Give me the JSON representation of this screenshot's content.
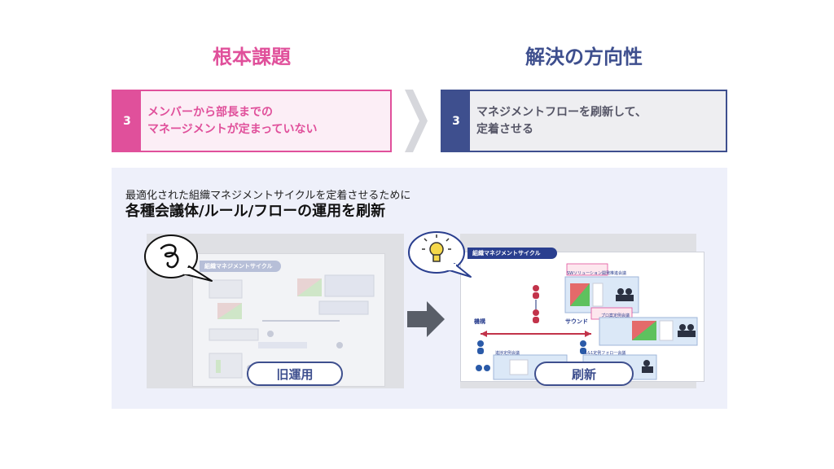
{
  "problem": {
    "heading": "根本課題",
    "number": "3",
    "line1": "メンバーから部長までの",
    "line2": "マネージメントが定まっていない"
  },
  "solution": {
    "heading": "解決の方向性",
    "number": "3",
    "line1": "マネジメントフローを刷新して、",
    "line2": "定着させる"
  },
  "panel": {
    "intro": "最適化された組織マネジメントサイクルを定着させるために",
    "headline": "各種会議体/ルール/フローの運用を刷新"
  },
  "old": {
    "doc_title": "組織マネジメントサイクル",
    "label": "旧運用",
    "icons": {
      "bubble": "confused-scribble-icon"
    }
  },
  "new": {
    "doc_title": "組織マネジメントサイクル",
    "label": "刷新",
    "left_flow": "機構",
    "right_flow": "サウンド",
    "meeting_1": "SWソリューション開発推進会議",
    "meeting_2": "プロ案定例会議",
    "meeting_3": "進捗定例会議",
    "meeting_4": "1&1定例フォロー会議",
    "icons": {
      "bubble": "lightbulb-icon"
    }
  },
  "colors": {
    "problem": "#e0509b",
    "solution": "#3e4f8e",
    "panel_bg": "#eef0fa"
  }
}
